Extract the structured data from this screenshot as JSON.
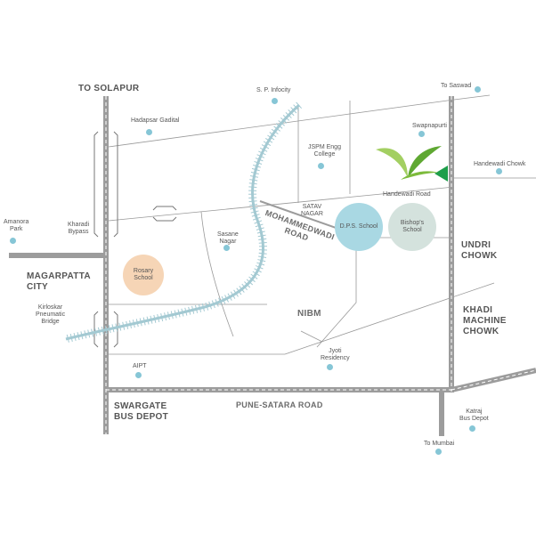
{
  "colors": {
    "road": "#9c9c9c",
    "road_dash": "#ffffff",
    "thin_road": "#999999",
    "railway": "#a3c9d2",
    "dot": "#86c6d6",
    "dps_circle": "#a9d8e3",
    "bishops_circle": "#d4e2dd",
    "rosary_circle": "#f6d5b6",
    "logo_green": "#7dbb3c",
    "marker_green": "#1e9e4a"
  },
  "labels": {
    "to_solapur": "TO SOLAPUR",
    "sp_infocity": "S. P. Infocity",
    "to_saswad": "To Saswad",
    "hadapsar_gadital": "Hadapsar Gadital",
    "swapnapurti": "Swapnapurti",
    "jspm_l1": "JSPM Engg",
    "jspm_l2": "College",
    "handewadi_chowk": "Handewadi Chowk",
    "handewadi_road": "Handewadi Road",
    "satav_l1": "SATAV",
    "satav_l2": "NAGAR",
    "amanora_l1": "Amanora",
    "amanora_l2": "Park",
    "kharadi_l1": "Kharadi",
    "kharadi_l2": "Bypass",
    "sasane_l1": "Sasane",
    "sasane_l2": "Nagar",
    "mohammedwadi_l1": "MOHAMMEDWADI",
    "mohammedwadi_l2": "ROAD",
    "dps_school": "D.P.S. School",
    "bishops_l1": "Bishop's",
    "bishops_l2": "School",
    "undri_l1": "UNDRI",
    "undri_l2": "CHOWK",
    "magarpatta_l1": "MAGARPATTA",
    "magarpatta_l2": "CITY",
    "rosary_l1": "Rosary",
    "rosary_l2": "School",
    "kirloskar_l1": "Kirloskar",
    "kirloskar_l2": "Pneumatic",
    "kirloskar_l3": "Bridge",
    "nibm": "NIBM",
    "khadi_l1": "KHADI",
    "khadi_l2": "MACHINE",
    "khadi_l3": "CHOWK",
    "jyoti_l1": "Jyoti",
    "jyoti_l2": "Residency",
    "aipt": "AIPT",
    "swargate_l1": "SWARGATE",
    "swargate_l2": "BUS DEPOT",
    "pune_satara_road": "PUNE-SATARA ROAD",
    "katraj_l1": "Katraj",
    "katraj_l2": "Bus Depot",
    "to_mumbai": "To Mumbai"
  }
}
